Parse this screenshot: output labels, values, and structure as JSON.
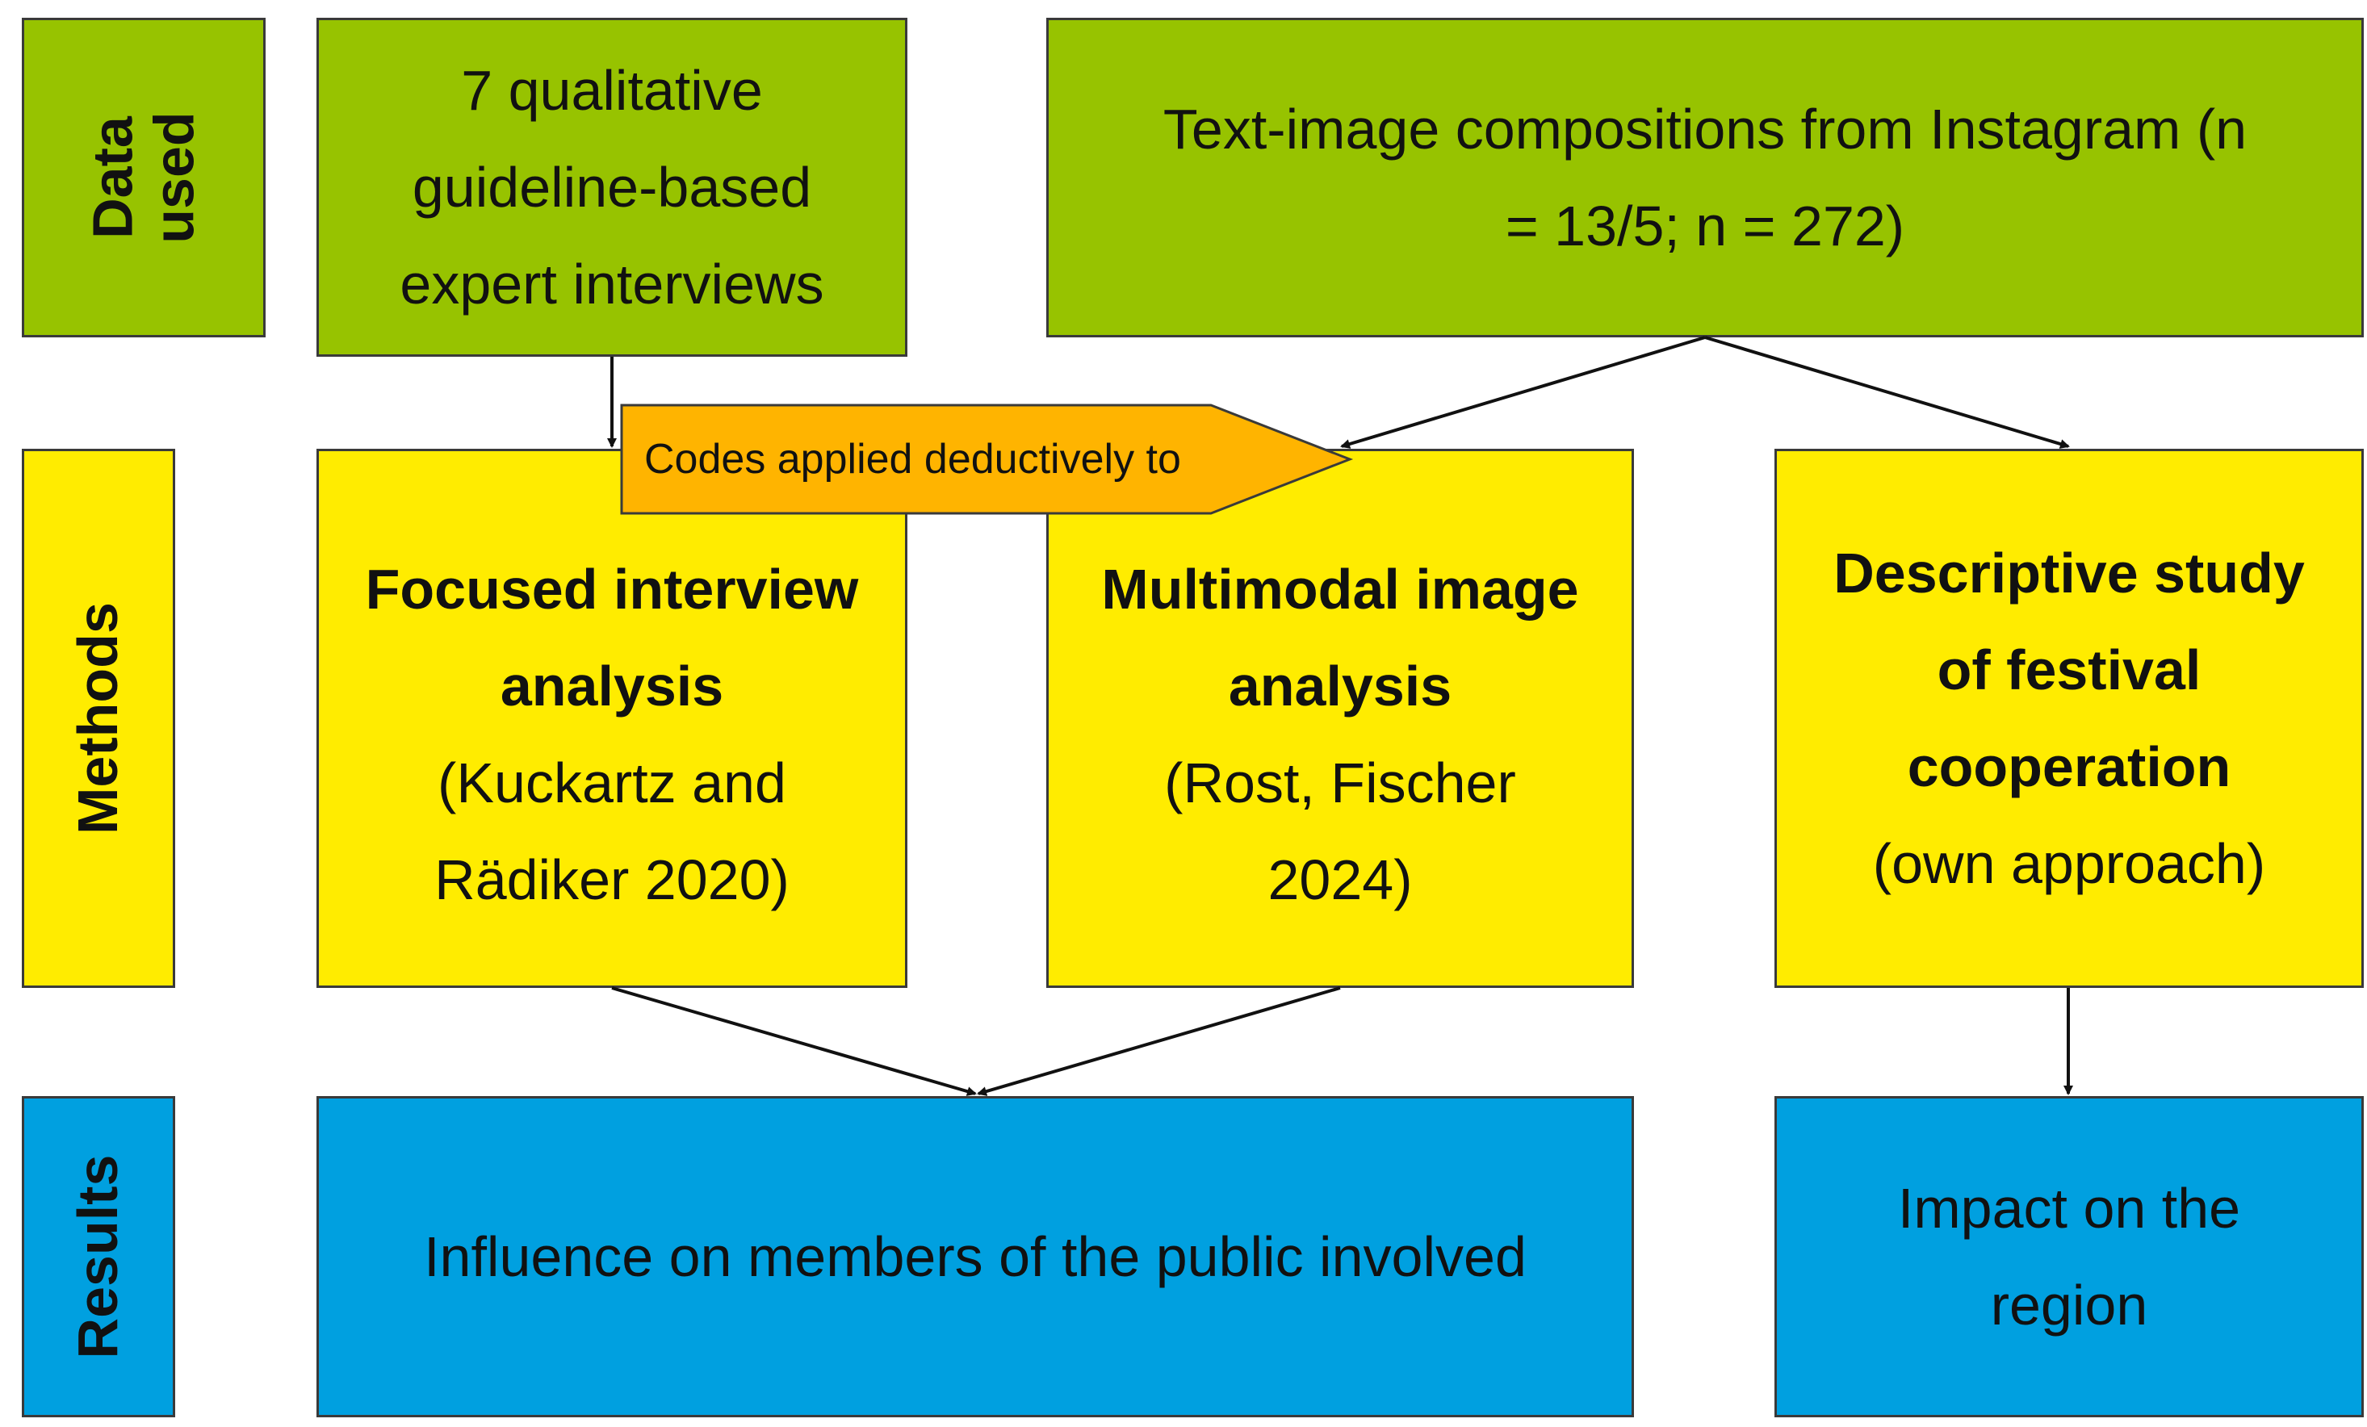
{
  "rows": {
    "data_used": "Data used",
    "methods": "Methods",
    "results": "Results"
  },
  "data_boxes": {
    "interviews": [
      "7 qualitative",
      "guideline-based",
      "expert interviews"
    ],
    "instagram": [
      "Text-image compositions from Instagram (n",
      "= 13/5; n = 272)"
    ]
  },
  "codes_label": "Codes applied deductively to",
  "methods_boxes": {
    "interview_analysis": {
      "title": [
        "Focused interview",
        "analysis"
      ],
      "ref": [
        "(Kuckartz and",
        "Rädiker 2020)"
      ]
    },
    "image_analysis": {
      "title": [
        "Multimodal image",
        "analysis"
      ],
      "ref": [
        "(Rost, Fischer",
        "2024)"
      ]
    },
    "descriptive_study": {
      "title": [
        "Descriptive study",
        "of festival",
        "cooperation"
      ],
      "ref": [
        "(own approach)"
      ]
    }
  },
  "results_boxes": {
    "public": "Influence on members of the public involved",
    "region": [
      "Impact on the",
      "region"
    ]
  },
  "colors": {
    "data": "#97c300",
    "methods": "#ffec00",
    "results": "#00a0e0",
    "codes_arrow": "#ffb400"
  }
}
